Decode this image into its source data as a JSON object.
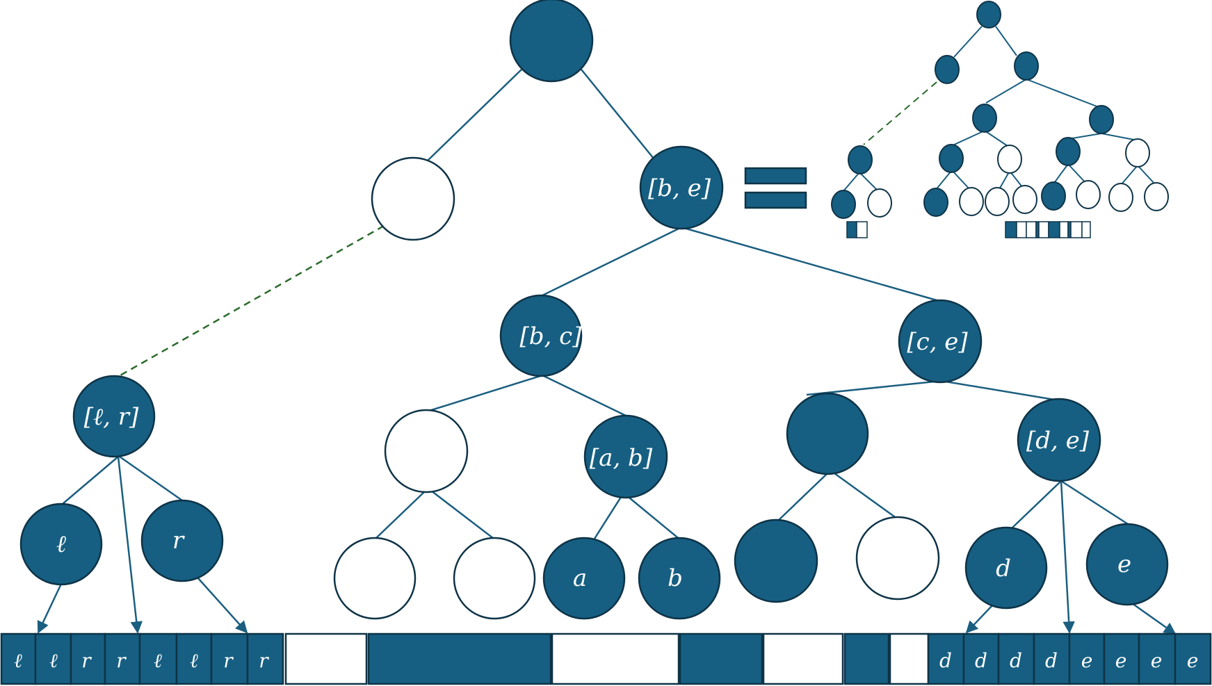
{
  "colors": {
    "node_fill": "#165f82",
    "node_stroke": "#0e3347",
    "edge": "#1a5e80",
    "dashed_link": "#2a6a2a",
    "empty": "#ffffff"
  },
  "labels": {
    "root_right": "[b, e]",
    "left_sub": "[b, c]",
    "right_sub": "[c, e]",
    "ab_node": "[a, b]",
    "de_node": "[d, e]",
    "lr_node": "[ℓ, r]",
    "leaf_l": "ℓ",
    "leaf_r": "r",
    "leaf_a": "a",
    "leaf_b": "b",
    "leaf_d": "d",
    "leaf_e": "e"
  },
  "bottom_array": {
    "left_cells": [
      "ℓ",
      "ℓ",
      "r",
      "r",
      "ℓ",
      "ℓ",
      "r",
      "r"
    ],
    "right_cells": [
      "d",
      "d",
      "d",
      "d",
      "e",
      "e",
      "e",
      "e"
    ]
  }
}
